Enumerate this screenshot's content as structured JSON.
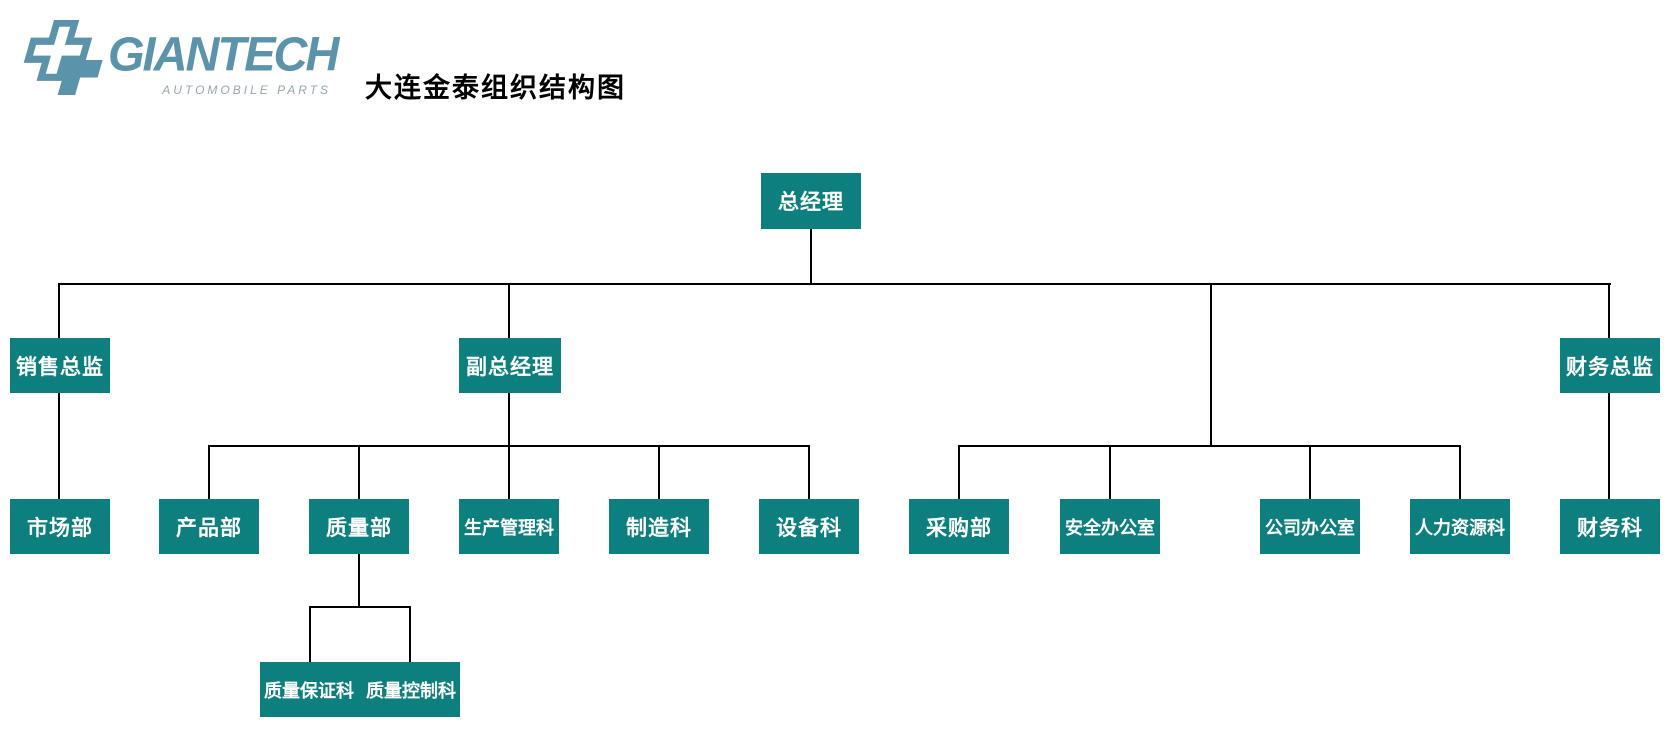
{
  "header": {
    "brand": "GIANTECH",
    "tagline": "AUTOMOBILE PARTS",
    "title": "大连金泰组织结构图"
  },
  "colors": {
    "node_fill": "#0e7f7f",
    "node_text": "#ffffff",
    "brand_blue": "#5b93aa",
    "tagline_gray": "#98a6b0",
    "connector": "#000000",
    "background": "#ffffff"
  },
  "nodes": {
    "general_manager": "总经理",
    "sales_director": "销售总监",
    "deputy_general_manager": "副总经理",
    "finance_director": "财务总监",
    "marketing_dept": "市场部",
    "product_dept": "产品部",
    "quality_dept": "质量部",
    "production_mgmt_section": "生产管理科",
    "manufacturing_section": "制造科",
    "equipment_section": "设备科",
    "purchasing_dept": "采购部",
    "safety_office": "安全办公室",
    "company_office": "公司办公室",
    "hr_section": "人力资源科",
    "finance_section": "财务科",
    "qa_section": "质量保证科",
    "qc_section": "质量控制科"
  },
  "hierarchy": {
    "总经理": {
      "销售总监": {
        "市场部": {}
      },
      "副总经理": {
        "产品部": {},
        "质量部": {
          "质量保证科": {},
          "质量控制科": {}
        },
        "生产管理科": {},
        "制造科": {},
        "设备科": {}
      },
      "直属": {
        "采购部": {},
        "安全办公室": {},
        "公司办公室": {},
        "人力资源科": {}
      },
      "财务总监": {
        "财务科": {}
      }
    }
  }
}
